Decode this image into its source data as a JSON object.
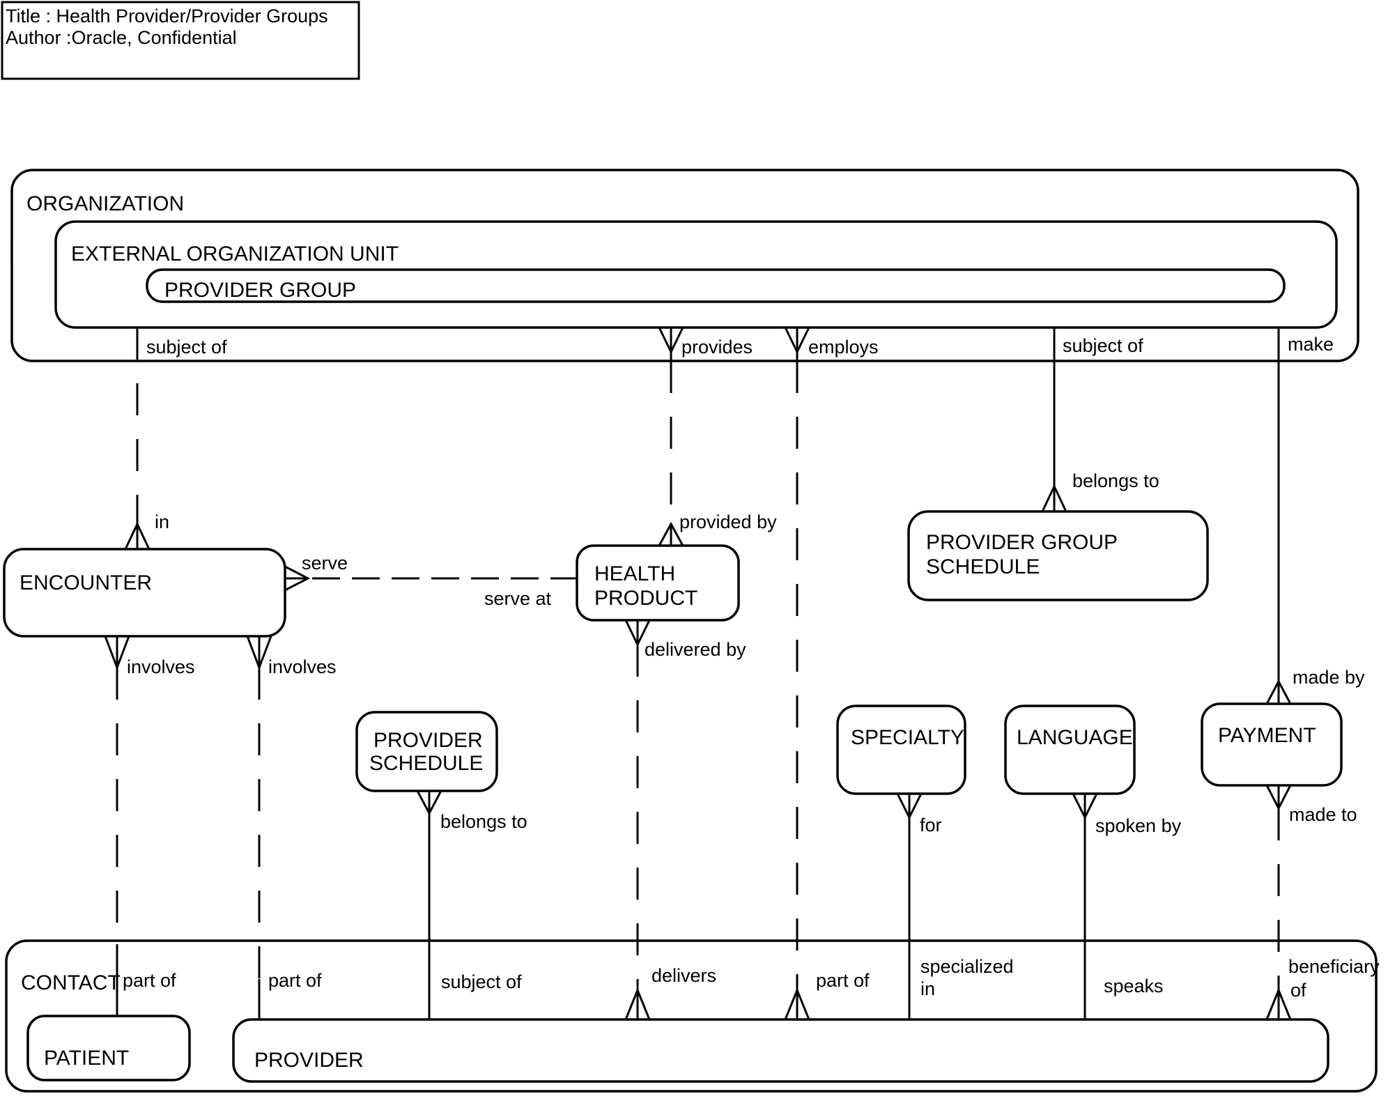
{
  "colors": {
    "ink": "#000000",
    "background": "#ffffff"
  },
  "title_box": {
    "title_line": "Title : Health Provider/Provider Groups",
    "author_line": "Author :Oracle, Confidential"
  },
  "entities": {
    "organization": {
      "name": "ORGANIZATION"
    },
    "external_organization_unit": {
      "name": "EXTERNAL ORGANIZATION UNIT"
    },
    "provider_group": {
      "name": "PROVIDER GROUP"
    },
    "encounter": {
      "name": "ENCOUNTER"
    },
    "health_product": {
      "line1": "HEALTH",
      "line2": "PRODUCT"
    },
    "provider_group_schedule": {
      "line1": "PROVIDER GROUP",
      "line2": "SCHEDULE"
    },
    "provider_schedule": {
      "line1": "PROVIDER",
      "line2": "SCHEDULE"
    },
    "specialty": {
      "name": "SPECIALTY"
    },
    "language": {
      "name": "LANGUAGE"
    },
    "payment": {
      "name": "PAYMENT"
    },
    "contact": {
      "name": "CONTACT"
    },
    "patient": {
      "name": "PATIENT"
    },
    "provider": {
      "name": "PROVIDER"
    }
  },
  "relationships": {
    "org_encounter": {
      "from_label": "subject of",
      "to_label": "in"
    },
    "encounter_patient": {
      "from_label": "involves",
      "to_label": "part of"
    },
    "encounter_provider": {
      "from_label": "involves",
      "to_label": "part of"
    },
    "encounter_health_product": {
      "from_label": "serve",
      "to_label": "serve at"
    },
    "org_health_product": {
      "from_label": "provides",
      "to_label": "provided by"
    },
    "health_product_provider": {
      "from_label": "delivered by",
      "to_label": "delivers"
    },
    "org_provider": {
      "from_label": "employs",
      "to_label": "part of"
    },
    "org_provider_group_schedule": {
      "from_label": "subject of",
      "to_label": "belongs to"
    },
    "provider_schedule_provider": {
      "from_label": "belongs to",
      "to_label": "subject of"
    },
    "specialty_provider": {
      "from_label": "for",
      "to_label_line1": "specialized",
      "to_label_line2": "in"
    },
    "language_provider": {
      "from_label": "spoken by",
      "to_label": "speaks"
    },
    "org_payment": {
      "from_label": "make",
      "to_label": "made by"
    },
    "payment_provider": {
      "from_label": "made to",
      "to_label_line1": "beneficiary",
      "to_label_line2": "of"
    }
  }
}
